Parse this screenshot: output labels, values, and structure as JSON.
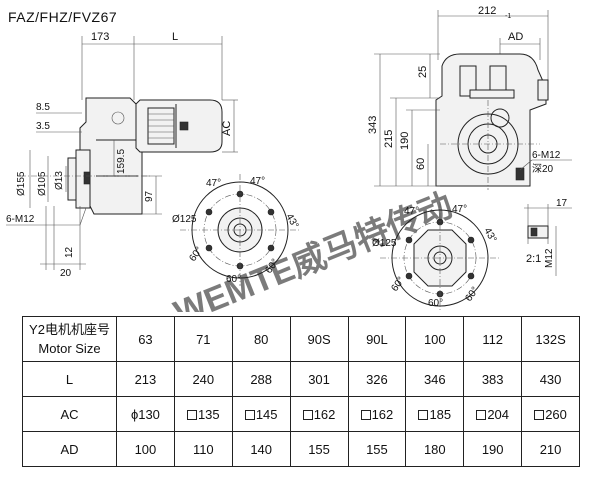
{
  "title": "FAZ/FHZ/FVZ67",
  "watermark": "WEMTE威马特传动",
  "side_view": {
    "dim_173": "173",
    "dim_L": "L",
    "dim_AC": "AC",
    "dim_8_5": "8.5",
    "dim_3_5": "3.5",
    "dim_155": "Ø155",
    "dim_105": "Ø105",
    "dim_13": "Ø13",
    "dim_159_5": "159.5",
    "dim_97": "97",
    "dim_12": "12",
    "dim_20": "20",
    "dim_m12": "6-M12"
  },
  "front_view": {
    "dim_212": "212",
    "dim_212_tol": "-1",
    "dim_AD": "AD",
    "dim_343": "343",
    "dim_215": "215",
    "dim_190": "190",
    "dim_60": "60",
    "dim_25": "25",
    "thread": "6-M12",
    "depth": "深20"
  },
  "flange_left": {
    "a47a": "47°",
    "a47b": "47°",
    "a43": "43°",
    "d125": "Ø125",
    "a60a": "60°",
    "a60b": "60°",
    "a60c": "60°"
  },
  "flange_right": {
    "a47a": "47°",
    "a47b": "47°",
    "a43": "43°",
    "d125": "Ø125",
    "a60a": "60°",
    "a60b": "60°",
    "a60c": "60°"
  },
  "key_detail": {
    "dim_17": "17",
    "dim_m12": "M12",
    "ratio": "2:1"
  },
  "table": {
    "header_line1": "Y2电机机座号",
    "header_line2": "Motor Size",
    "sizes": [
      "63",
      "71",
      "80",
      "90S",
      "90L",
      "100",
      "112",
      "132S"
    ],
    "rows": [
      {
        "label": "L",
        "values": [
          "213",
          "240",
          "288",
          "301",
          "326",
          "346",
          "383",
          "430"
        ]
      },
      {
        "label": "AC",
        "values": [
          "ϕ130",
          "135",
          "145",
          "162",
          "162",
          "185",
          "204",
          "260"
        ]
      },
      {
        "label": "AD",
        "values": [
          "100",
          "110",
          "140",
          "155",
          "155",
          "180",
          "190",
          "210"
        ]
      }
    ],
    "ac_square_marks": [
      false,
      true,
      true,
      true,
      true,
      true,
      true,
      true
    ]
  }
}
